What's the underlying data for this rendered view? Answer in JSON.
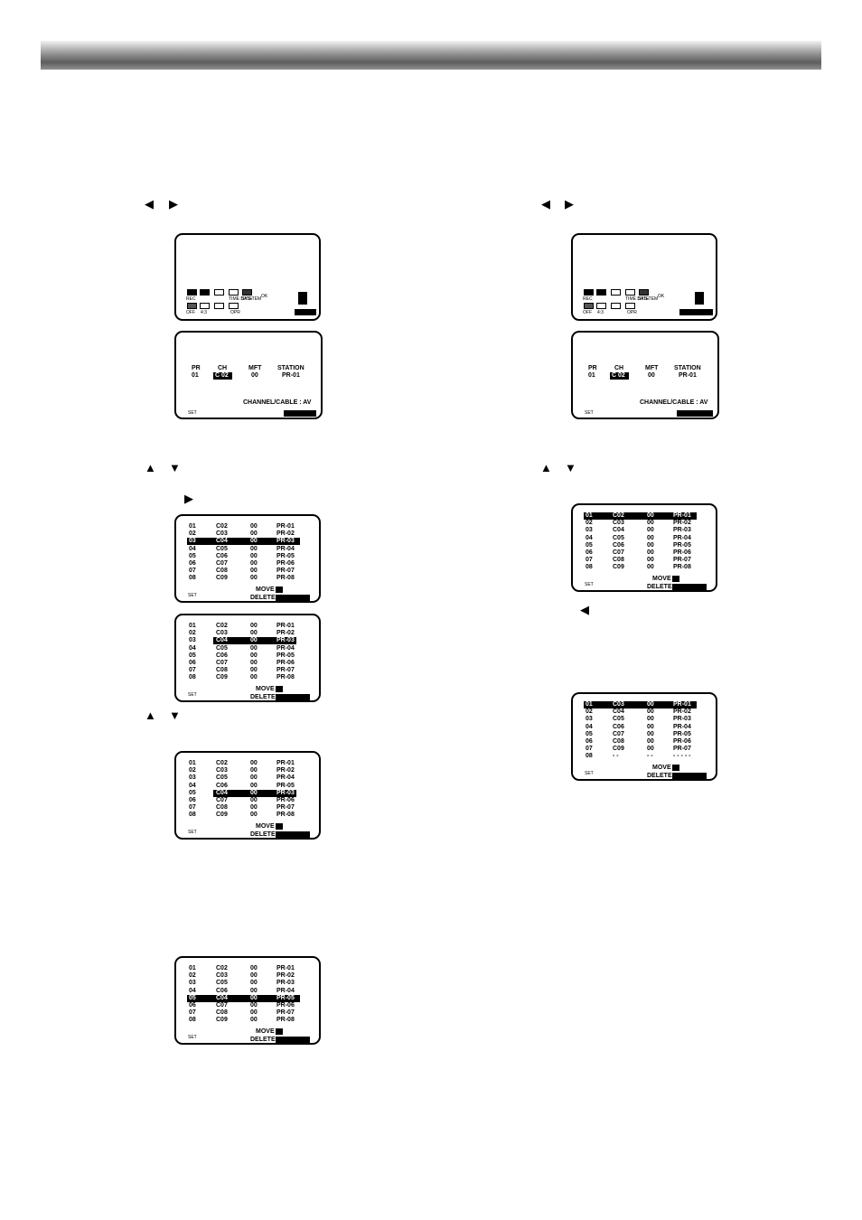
{
  "header": {
    "color": "#8a8a8a"
  },
  "arrows": {
    "left": "◀",
    "right": "▶",
    "up": "▲",
    "down": "▼"
  },
  "channel_screen": {
    "col_pr": "PR",
    "col_ch": "CH",
    "col_mft": "MFT",
    "col_station": "STATION",
    "pr": "01",
    "ch": "C 02",
    "mft": "00",
    "station": "PR-01",
    "mode": "CHANNEL/CABLE : AV"
  },
  "setup_menu": {
    "labels": [
      "REC",
      "",
      "",
      "TIME DATE",
      "SYS-TEM",
      "OK",
      "OFF",
      "4:3",
      "",
      "OPR"
    ]
  },
  "list_labels": {
    "move": "MOVE :",
    "delete": "DELETE :",
    "reset": "SET"
  },
  "tables": {
    "move_before": [
      [
        "01",
        "C02",
        "00",
        "PR-01"
      ],
      [
        "02",
        "C03",
        "00",
        "PR-02"
      ],
      [
        "03",
        "C04",
        "00",
        "PR-03"
      ],
      [
        "04",
        "C05",
        "00",
        "PR-04"
      ],
      [
        "05",
        "C06",
        "00",
        "PR-05"
      ],
      [
        "06",
        "C07",
        "00",
        "PR-06"
      ],
      [
        "07",
        "C08",
        "00",
        "PR-07"
      ],
      [
        "08",
        "C09",
        "00",
        "PR-08"
      ]
    ],
    "move_select": [
      [
        "01",
        "C02",
        "00",
        "PR-01"
      ],
      [
        "02",
        "C03",
        "00",
        "PR-02"
      ],
      [
        "03",
        "C04",
        "00",
        "PR-03"
      ],
      [
        "04",
        "C05",
        "00",
        "PR-04"
      ],
      [
        "05",
        "C06",
        "00",
        "PR-05"
      ],
      [
        "06",
        "C07",
        "00",
        "PR-06"
      ],
      [
        "07",
        "C08",
        "00",
        "PR-07"
      ],
      [
        "08",
        "C09",
        "00",
        "PR-08"
      ]
    ],
    "move_shifted": [
      [
        "01",
        "C02",
        "00",
        "PR-01"
      ],
      [
        "02",
        "C03",
        "00",
        "PR-02"
      ],
      [
        "03",
        "C05",
        "00",
        "PR-04"
      ],
      [
        "04",
        "C06",
        "00",
        "PR-05"
      ],
      [
        "05",
        "C04",
        "00",
        "PR-03"
      ],
      [
        "06",
        "C07",
        "00",
        "PR-06"
      ],
      [
        "07",
        "C08",
        "00",
        "PR-07"
      ],
      [
        "08",
        "C09",
        "00",
        "PR-08"
      ]
    ],
    "move_done": [
      [
        "01",
        "C02",
        "00",
        "PR-01"
      ],
      [
        "02",
        "C03",
        "00",
        "PR-02"
      ],
      [
        "03",
        "C05",
        "00",
        "PR-03"
      ],
      [
        "04",
        "C06",
        "00",
        "PR-04"
      ],
      [
        "05",
        "C04",
        "00",
        "PR-05"
      ],
      [
        "06",
        "C07",
        "00",
        "PR-06"
      ],
      [
        "07",
        "C08",
        "00",
        "PR-07"
      ],
      [
        "08",
        "C09",
        "00",
        "PR-08"
      ]
    ],
    "delete_before": [
      [
        "01",
        "C02",
        "00",
        "PR-01"
      ],
      [
        "02",
        "C03",
        "00",
        "PR-02"
      ],
      [
        "03",
        "C04",
        "00",
        "PR-03"
      ],
      [
        "04",
        "C05",
        "00",
        "PR-04"
      ],
      [
        "05",
        "C06",
        "00",
        "PR-05"
      ],
      [
        "06",
        "C07",
        "00",
        "PR-06"
      ],
      [
        "07",
        "C08",
        "00",
        "PR-07"
      ],
      [
        "08",
        "C09",
        "00",
        "PR-08"
      ]
    ],
    "delete_after": [
      [
        "01",
        "C03",
        "00",
        "PR-01"
      ],
      [
        "02",
        "C04",
        "00",
        "PR-02"
      ],
      [
        "03",
        "C05",
        "00",
        "PR-03"
      ],
      [
        "04",
        "C06",
        "00",
        "PR-04"
      ],
      [
        "05",
        "C07",
        "00",
        "PR-05"
      ],
      [
        "06",
        "C08",
        "00",
        "PR-06"
      ],
      [
        "07",
        "C09",
        "00",
        "PR-07"
      ],
      [
        "08",
        "- -",
        "- -",
        "- - - - -"
      ]
    ]
  }
}
